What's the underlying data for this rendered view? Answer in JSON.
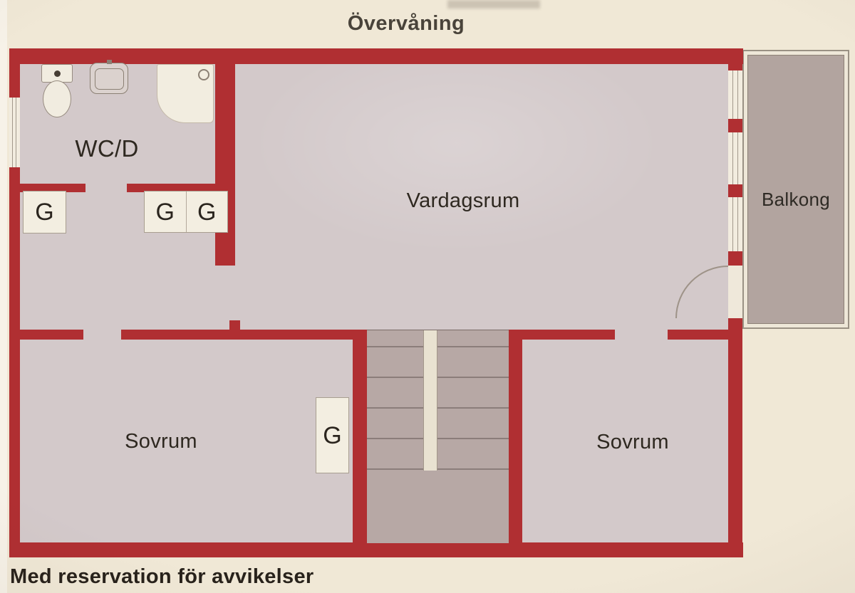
{
  "title": "Övervåning",
  "disclaimer": "Med reservation för avvikelser",
  "rooms": {
    "wcd": {
      "label": "WC/D"
    },
    "livingRoom": {
      "label": "Vardagsrum"
    },
    "balcony": {
      "label": "Balkong"
    },
    "bedroomLeft": {
      "label": "Sovrum"
    },
    "bedroomRight": {
      "label": "Sovrum"
    }
  },
  "closets": {
    "hallLeft": {
      "label": "G"
    },
    "hallMidLeft": {
      "label": "G"
    },
    "hallMidRight": {
      "label": "G"
    },
    "stairSide": {
      "label": "G"
    }
  },
  "icons": [
    "toilet-icon",
    "sink-icon",
    "shower-icon",
    "drain-icon"
  ],
  "colors": {
    "wall": "#b02f32",
    "floor": "#d3c9ca",
    "stairs_floor": "#b7a8a5",
    "balcony_floor": "#b2a49f",
    "paper_background": "#f0e8d6",
    "closet_white": "#f3eee1",
    "label_text": "#2e2820"
  }
}
